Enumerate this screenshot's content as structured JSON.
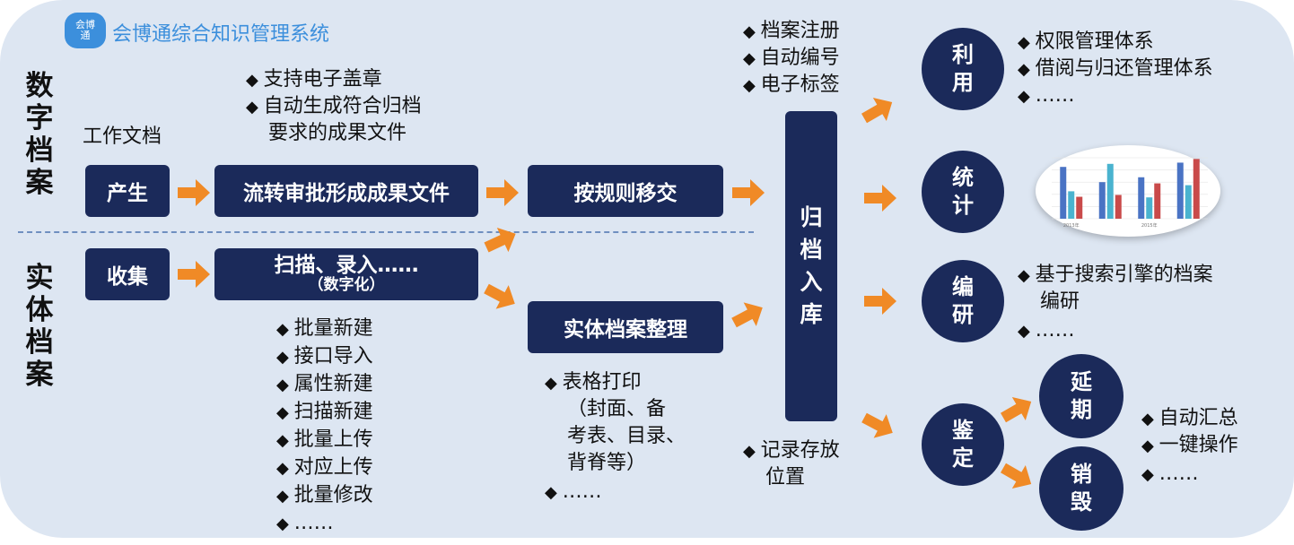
{
  "logo": {
    "text": "会博通综合知识管理系统",
    "glyphs": "会博通"
  },
  "side_labels": {
    "digital": "数字档案",
    "physical": "实体档案"
  },
  "produce": {
    "label_above": "工作文档",
    "box": "产生",
    "flow_box": "流转审批形成成果文件",
    "notes": [
      "支持电子盖章",
      "自动生成符合归档",
      "要求的成果文件"
    ]
  },
  "collect": {
    "box": "收集",
    "scan_title": "扫描、录入……",
    "scan_sub": "（数字化）",
    "items": [
      "批量新建",
      "接口导入",
      "属性新建",
      "扫描新建",
      "批量上传",
      "对应上传",
      "批量修改",
      "……"
    ]
  },
  "transfer": {
    "box": "按规则移交"
  },
  "physical_org": {
    "box": "实体档案整理",
    "items_line1": "表格打印",
    "items_lines": [
      "（封面、备",
      "考表、目录、",
      "背脊等）"
    ],
    "more": "……"
  },
  "archive": {
    "box": "归档入库",
    "top_notes": [
      "档案注册",
      "自动编号",
      "电子标签"
    ],
    "bottom_note": [
      "记录存放",
      "位置"
    ]
  },
  "use": {
    "circle": "利用",
    "notes": [
      "权限管理体系",
      "借阅与归还管理体系",
      "……"
    ]
  },
  "stats": {
    "circle": "统计",
    "chart_labels": [
      "2013年",
      "2015年"
    ]
  },
  "compile": {
    "circle": "编研",
    "notes": [
      "基于搜索引擎的档案",
      "编研",
      "……"
    ]
  },
  "appraise": {
    "circle": "鉴定",
    "extend": "延期",
    "destroy": "销毁",
    "notes": [
      "自动汇总",
      "一键操作",
      "……"
    ]
  },
  "colors": {
    "navy": "#1b2a5a",
    "orange": "#f08a26",
    "panel": "#dde6f2",
    "logo": "#3c8fdc"
  },
  "chart_data": {
    "type": "bar",
    "categories": [
      "2013年",
      "",
      "2015年",
      ""
    ],
    "series": [
      {
        "values": [
          8.5,
          6.0,
          6.8,
          9.2
        ]
      },
      {
        "values": [
          4.5,
          9.0,
          3.5,
          5.5
        ]
      },
      {
        "values": [
          3.6,
          3.9,
          5.8,
          9.8
        ]
      }
    ],
    "series_colors": [
      "#4a73c4",
      "#4ab3cf",
      "#c94a4a"
    ],
    "ylim": [
      0,
      10
    ]
  }
}
